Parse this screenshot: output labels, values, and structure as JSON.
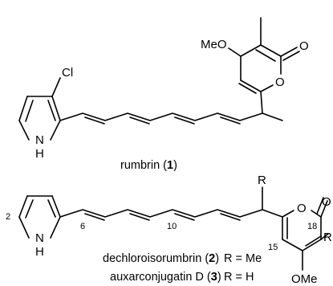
{
  "atoms": {
    "ome_top": "MeO",
    "o_top_carbonyl": "O",
    "o_top_ring": "O",
    "cl": "Cl",
    "n_top": "N",
    "h_top": "H",
    "r_top": "R",
    "o_bottom_ring": "O",
    "o_bottom_carbonyl": "O",
    "r_right": "R",
    "n_bottom": "N",
    "h_bottom": "H",
    "ome_bottom": "OMe"
  },
  "numbers": {
    "n2": "2",
    "n6": "6",
    "n10": "10",
    "n15": "15",
    "n18": "18"
  },
  "captions": {
    "rumbrin": {
      "name": "rumbrin (",
      "num": "1",
      "close": ")"
    },
    "dechloro": {
      "name": "dechloroisorumbrin (",
      "num": "2",
      "close": ")",
      "r_def": "R = Me"
    },
    "auxar": {
      "name": "auxarconjugatin D (",
      "num": "3",
      "close": ")",
      "r_def": "R = H"
    }
  }
}
